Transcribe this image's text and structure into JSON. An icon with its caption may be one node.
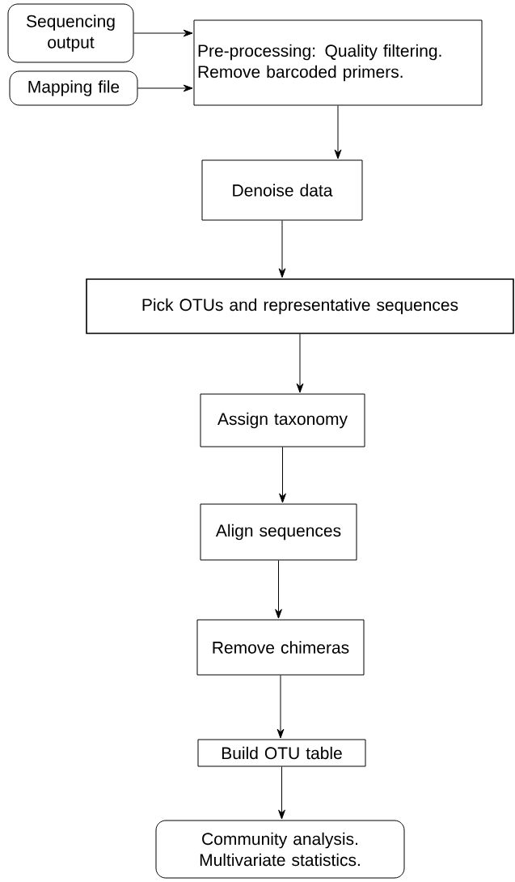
{
  "diagram": {
    "nodes": [
      {
        "text": [
          "Sequencing output"
        ]
      },
      {
        "text": [
          "Mapping file"
        ]
      },
      {
        "text": [
          "Pre-processing: Quality filtering. Remove barcoded primers."
        ]
      },
      {
        "text": [
          "Denoise data"
        ]
      },
      {
        "text": [
          "Pick OTUs and representative sequences"
        ]
      },
      {
        "text": [
          "Assign taxonomy"
        ]
      },
      {
        "text": [
          "Align sequences"
        ]
      },
      {
        "text": [
          "Remove chimeras"
        ]
      },
      {
        "text": [
          "Build OTU table"
        ]
      },
      {
        "text": [
          "Community analysis. Multivariate statistics."
        ]
      }
    ],
    "edges": [
      {
        "from": 0,
        "to": 2,
        "arrow": "to"
      },
      {
        "from": 1,
        "to": 2,
        "arrow": "to"
      },
      {
        "from": 2,
        "to": 3,
        "arrow": "to"
      },
      {
        "from": 3,
        "to": 4,
        "arrow": "to"
      },
      {
        "from": 4,
        "to": 5,
        "arrow": "to"
      },
      {
        "from": 5,
        "to": 6,
        "arrow": "to"
      },
      {
        "from": 6,
        "to": 7,
        "arrow": "to"
      },
      {
        "from": 7,
        "to": 8,
        "arrow": "to"
      },
      {
        "from": 8,
        "to": 9,
        "arrow": "to"
      }
    ]
  }
}
